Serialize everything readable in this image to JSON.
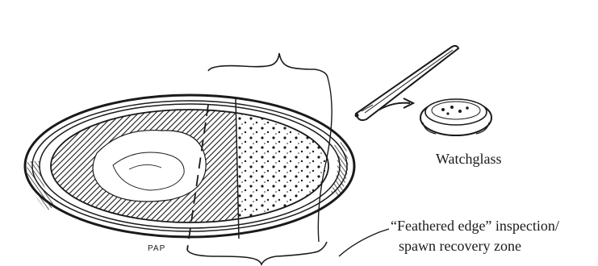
{
  "labels": {
    "watchglass": "Watchglass",
    "zone_line1": "“Feathered edge” inspection/",
    "zone_line2": "spawn recovery zone",
    "corner_mark": "PAP"
  },
  "colors": {
    "ink": "#1a1a1a",
    "paper": "#ffffff"
  }
}
